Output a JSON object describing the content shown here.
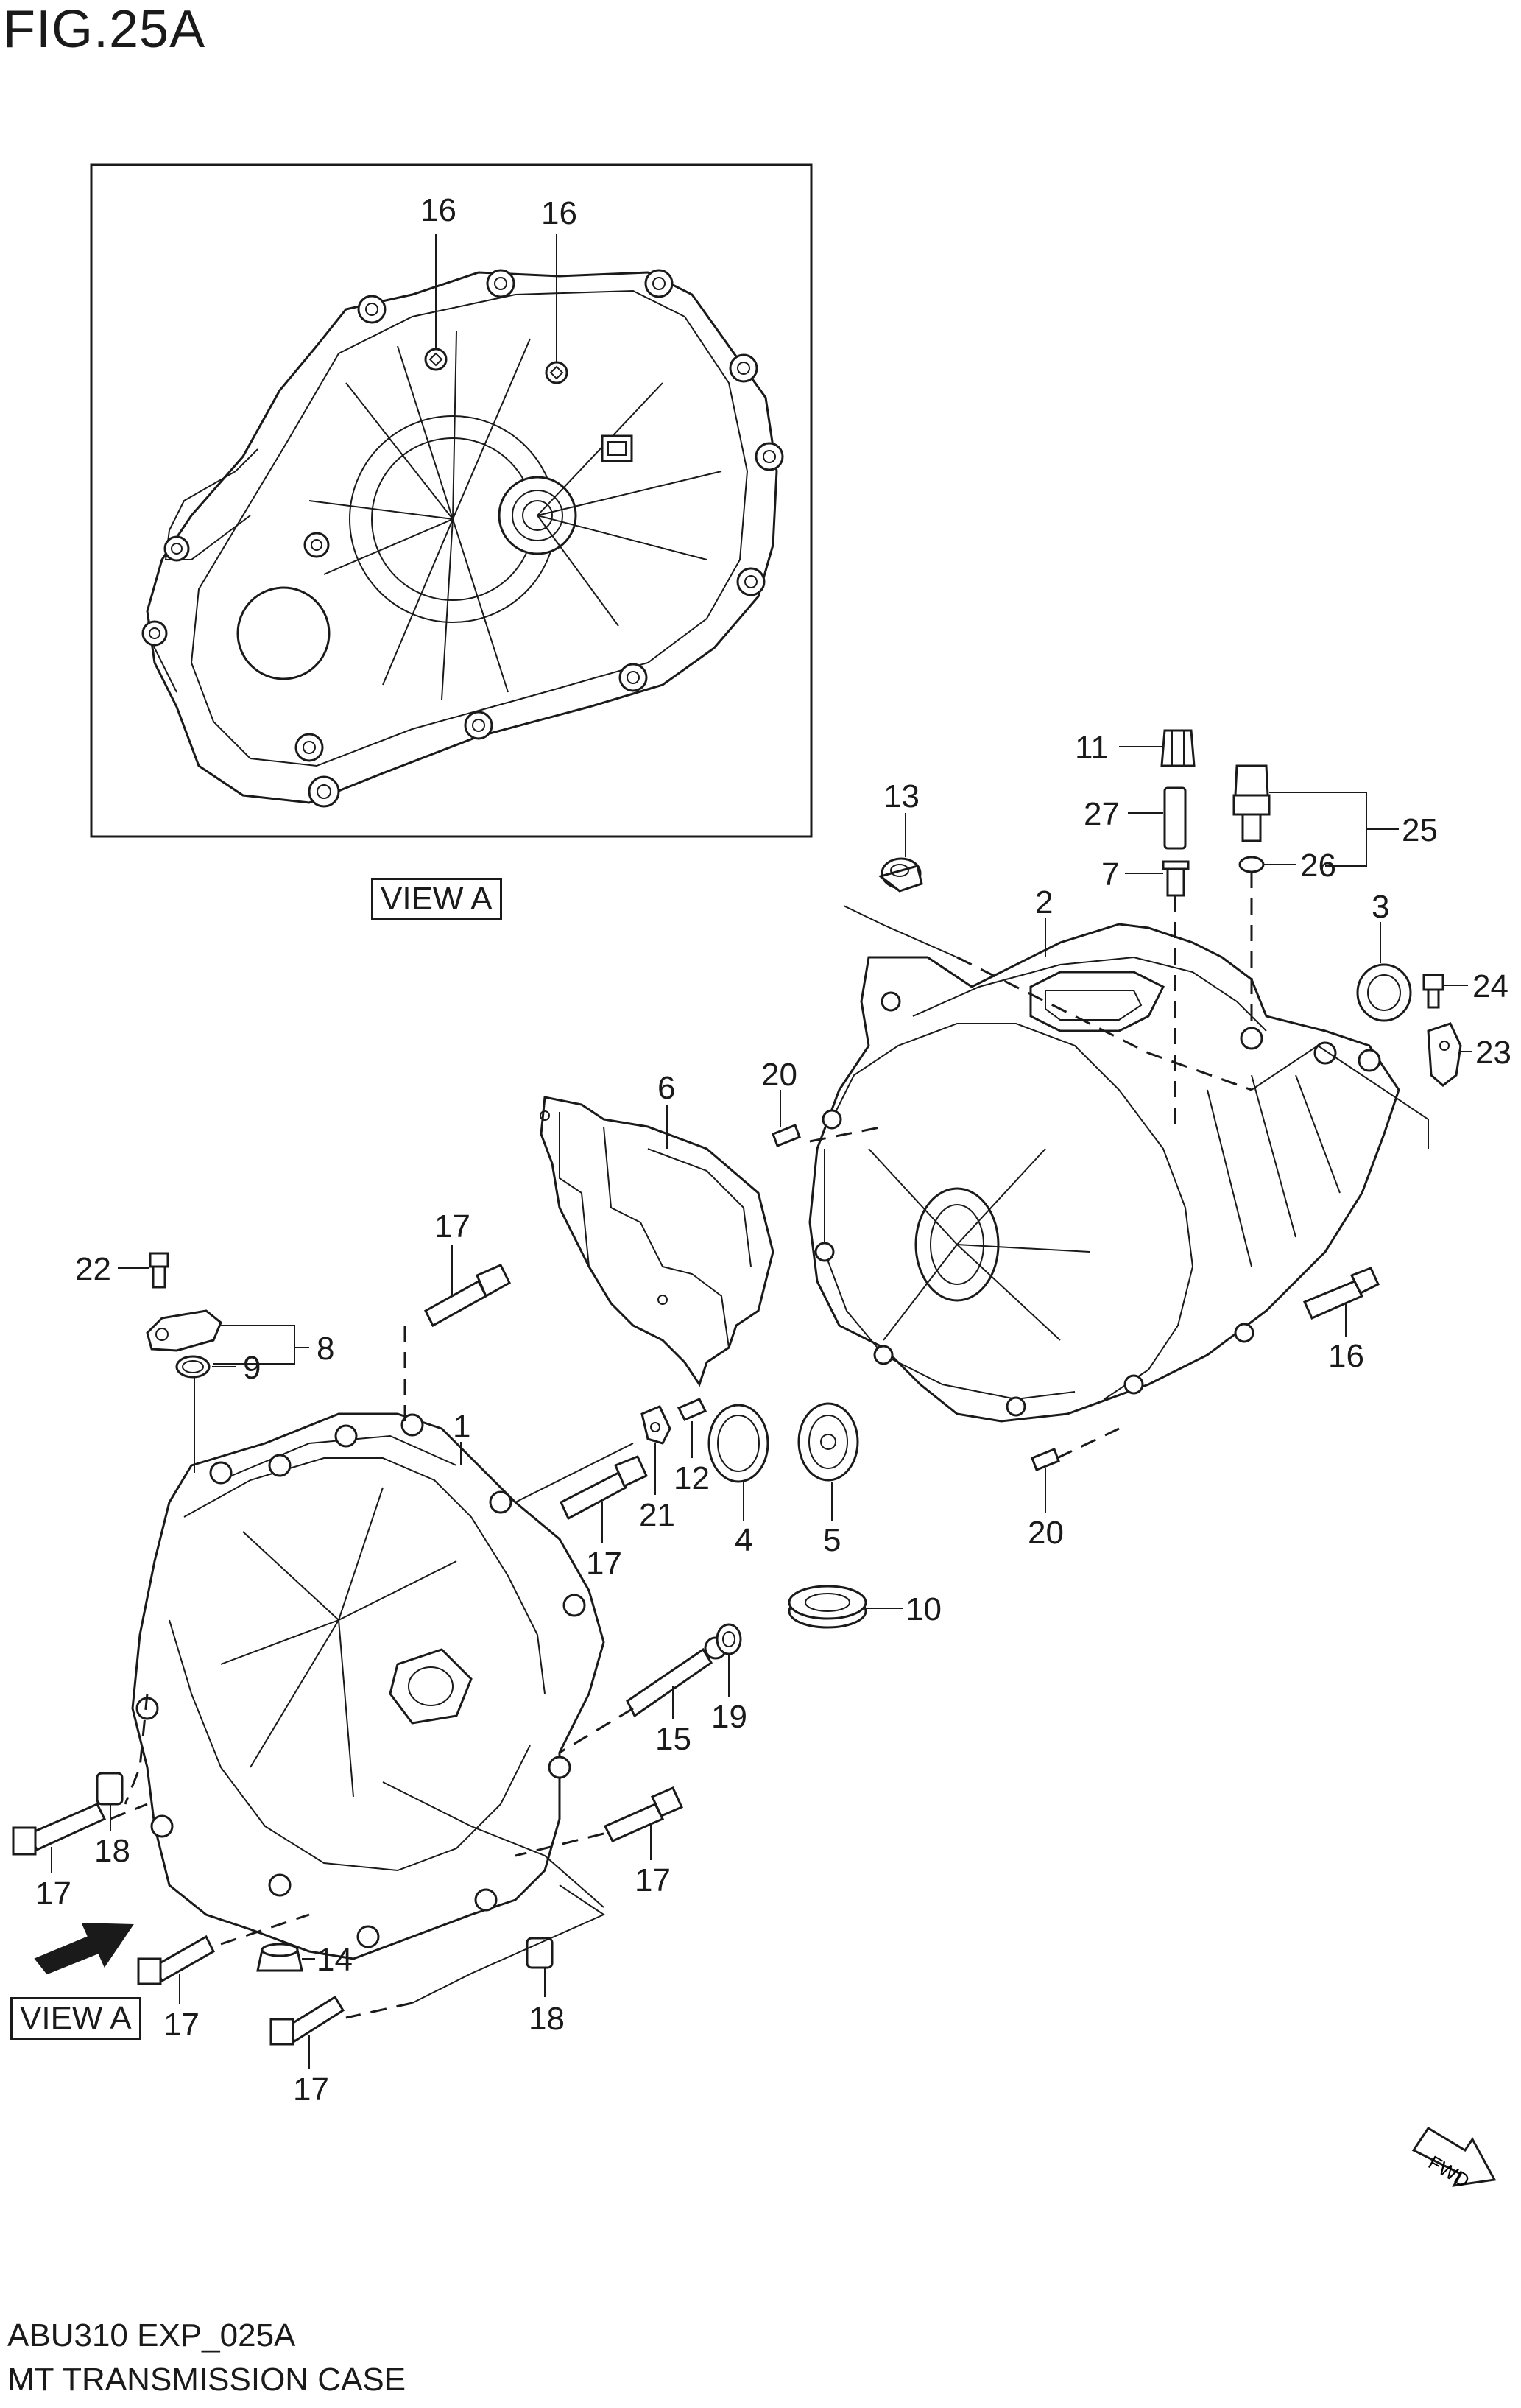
{
  "figure": {
    "title": "FIG.25A",
    "code": "ABU310 EXP_025A",
    "name": "MT TRANSMISSION CASE",
    "view_label": "VIEW A",
    "fwd_label": "FWD"
  },
  "callouts": {
    "c1": "1",
    "c2": "2",
    "c3": "3",
    "c4": "4",
    "c5": "5",
    "c6": "6",
    "c7": "7",
    "c8": "8",
    "c9": "9",
    "c10": "10",
    "c11": "11",
    "c12": "12",
    "c13": "13",
    "c14": "14",
    "c15": "15",
    "c16": "16",
    "c17": "17",
    "c18": "18",
    "c19": "19",
    "c20": "20",
    "c21": "21",
    "c22": "22",
    "c23": "23",
    "c24": "24",
    "c25": "25",
    "c26": "26",
    "c27": "27"
  }
}
